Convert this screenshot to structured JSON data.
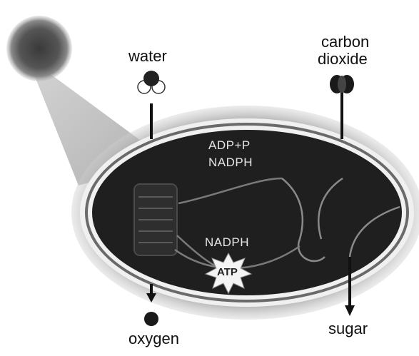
{
  "inputs": {
    "water": "water",
    "carbon_dioxide_line1": "carbon",
    "carbon_dioxide_line2": "dioxide"
  },
  "outputs": {
    "oxygen": "oxygen",
    "sugar": "sugar"
  },
  "chloroplast": {
    "adp_pi": "ADP+P",
    "nadph_top": "NADPH",
    "nadph_bottom": "NADPH",
    "atp": "ATP"
  },
  "colors": {
    "stroma": "#1f1f1f",
    "membrane": "#f2f2f2",
    "halo": "#9a9a9a",
    "sun": "#5a5a5a",
    "beam": "#c4c4c4"
  }
}
